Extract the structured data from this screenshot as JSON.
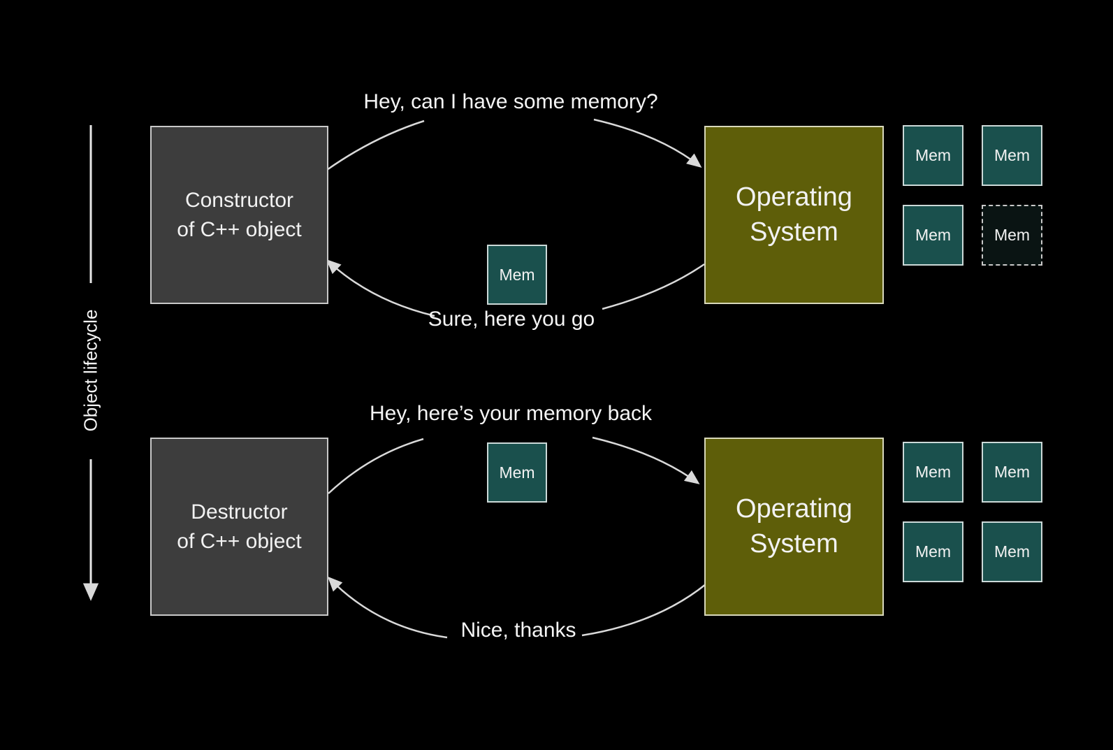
{
  "diagram_title_implicit": "C++ object memory lifecycle",
  "lifecycle_axis": {
    "label": "Object lifecycle",
    "direction": "downward"
  },
  "mem_label": "Mem",
  "top_section": {
    "actor_label": "Constructor\nof C++ object",
    "os_label": "Operating\nSystem",
    "request_text": "Hey, can I have some memory?",
    "response_text": "Sure, here you go",
    "transfer_slot": "Mem",
    "os_mem_slots": [
      "solid",
      "solid",
      "solid",
      "dashed"
    ]
  },
  "bottom_section": {
    "actor_label": "Destructor\nof C++ object",
    "os_label": "Operating\nSystem",
    "request_text": "Hey, here’s your memory back",
    "response_text": "Nice, thanks",
    "transfer_slot": "Mem",
    "os_mem_slots": [
      "solid",
      "solid",
      "solid",
      "solid"
    ]
  },
  "colors": {
    "background": "#000000",
    "actor_box_fill": "#3d3d3d",
    "os_box_fill": "#5e5e09",
    "mem_box_fill": "#1a504d",
    "mem_box_empty_fill": "#0a1413",
    "line": "#d9d9d9",
    "text": "#f5f5f5"
  }
}
